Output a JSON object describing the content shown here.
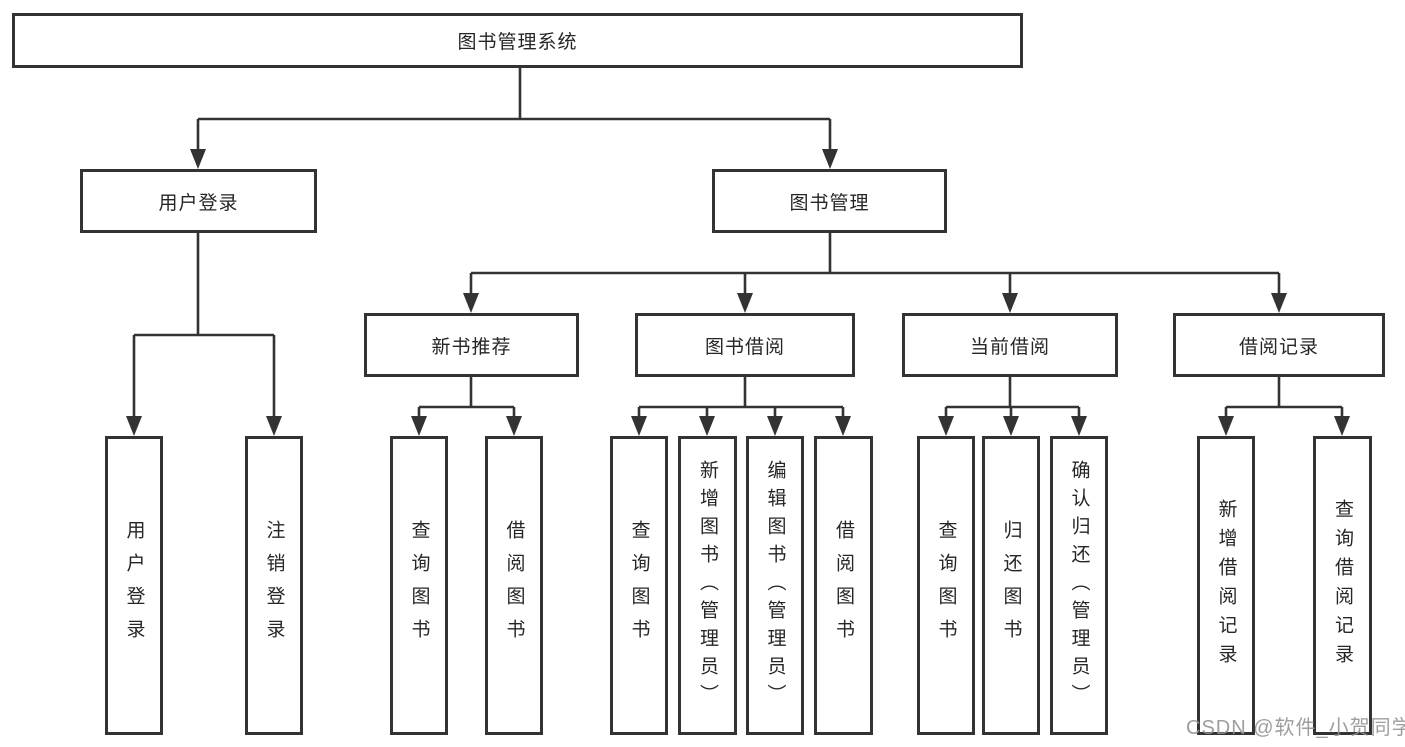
{
  "diagram": {
    "type": "hierarchy-tree",
    "title": "图书管理系统",
    "nodes": {
      "root": "图书管理系统",
      "user_login": "用户登录",
      "book_management": "图书管理",
      "new_book_recommend": "新书推荐",
      "book_borrowing": "图书借阅",
      "current_borrowing": "当前借阅",
      "borrowing_records": "借阅记录",
      "leaf_user_login": "用户登录",
      "leaf_logout": "注销登录",
      "leaf_query_book_1": "查询图书",
      "leaf_borrow_book_1": "借阅图书",
      "leaf_query_book_2": "查询图书",
      "leaf_add_book_admin": "新增图书（管理员）",
      "leaf_edit_book_admin": "编辑图书（管理员）",
      "leaf_borrow_book_2": "借阅图书",
      "leaf_query_book_3": "查询图书",
      "leaf_return_book": "归还图书",
      "leaf_confirm_return_admin": "确认归还（管理员）",
      "leaf_add_borrow_record": "新增借阅记录",
      "leaf_query_borrow_record": "查询借阅记录"
    },
    "structure": {
      "图书管理系统": [
        "用户登录",
        "图书管理"
      ],
      "用户登录": [
        "用户登录",
        "注销登录"
      ],
      "图书管理": [
        "新书推荐",
        "图书借阅",
        "当前借阅",
        "借阅记录"
      ],
      "新书推荐": [
        "查询图书",
        "借阅图书"
      ],
      "图书借阅": [
        "查询图书",
        "新增图书（管理员）",
        "编辑图书（管理员）",
        "借阅图书"
      ],
      "当前借阅": [
        "查询图书",
        "归还图书",
        "确认归还（管理员）"
      ],
      "借阅记录": [
        "新增借阅记录",
        "查询借阅记录"
      ]
    },
    "colors": {
      "line": "#333333",
      "box_border": "#333333",
      "text": "#262626",
      "watermark": "#949494",
      "background": "#ffffff"
    }
  },
  "watermark": "CSDN @软件_小贺同学"
}
